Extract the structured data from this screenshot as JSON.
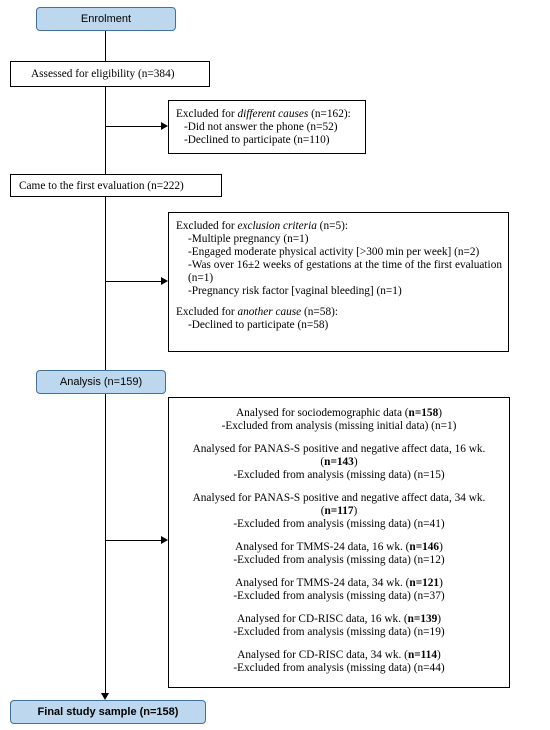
{
  "stages": {
    "enrolment": "Enrolment",
    "analysis": "Analysis (n=159)",
    "final": "Final study sample (n=158)"
  },
  "assessed": "Assessed for eligibility (n=384)",
  "excluded1": {
    "head_pre": "Excluded for ",
    "head_em": "different causes",
    "head_post": " (n=162):",
    "items": [
      "-Did not answer the phone (n=52)",
      "-Declined to participate (n=110)"
    ]
  },
  "first_eval": "Came to the first evaluation (n=222)",
  "excluded2": {
    "head_pre": "Excluded for ",
    "head_em": "exclusion criteria",
    "head_post": " (n=5):",
    "items": [
      "-Multiple pregnancy (n=1)",
      "-Engaged moderate physical activity [>300 min per week] (n=2)",
      "-Was over 16±2 weeks of gestations at the time of the first evaluation (n=1)",
      "-Pregnancy risk factor [vaginal bleeding] (n=1)"
    ],
    "head2_pre": "Excluded for ",
    "head2_em": "another cause",
    "head2_post": " (n=58):",
    "items2": [
      "-Declined to participate (n=58)"
    ]
  },
  "analysis_groups": [
    {
      "pre": "Analysed for sociodemographic data (",
      "n": "n=158",
      "post": ")",
      "sub": "-Excluded from analysis (missing initial data) (n=1)"
    },
    {
      "pre": "Analysed for PANAS-S positive and negative affect data, 16 wk. (",
      "n": "n=143",
      "post": ")",
      "sub": "-Excluded from analysis (missing data) (n=15)"
    },
    {
      "pre": "Analysed for PANAS-S positive and negative affect data, 34 wk. (",
      "n": "n=117",
      "post": ")",
      "sub": "-Excluded from analysis (missing data) (n=41)"
    },
    {
      "pre": "Analysed for TMMS-24 data, 16 wk. (",
      "n": "n=146",
      "post": ")",
      "sub": "-Excluded from analysis (missing data) (n=12)"
    },
    {
      "pre": "Analysed for TMMS-24 data, 34 wk. (",
      "n": "n=121",
      "post": ")",
      "sub": "-Excluded from analysis (missing data) (n=37)"
    },
    {
      "pre": "Analysed for CD-RISC data, 16 wk. (",
      "n": "n=139",
      "post": ")",
      "sub": "-Excluded from analysis (missing data) (n=19)"
    },
    {
      "pre": "Analysed for CD-RISC data, 34 wk. (",
      "n": "n=114",
      "post": ")",
      "sub": "-Excluded from analysis (missing data) (n=44)"
    }
  ]
}
